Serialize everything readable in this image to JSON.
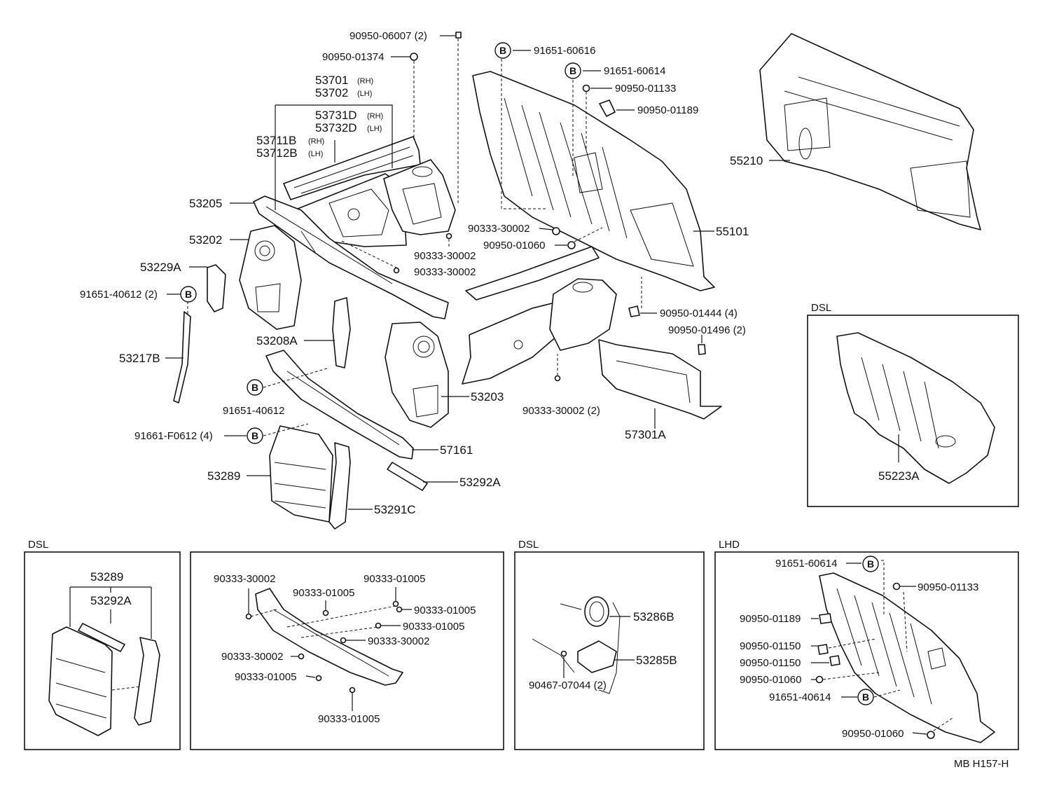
{
  "labels": {
    "p1": "90950-06007 (2)",
    "p2": "90950-01374",
    "p3": "53701",
    "p3s": "(RH)",
    "p4": "53702",
    "p4s": "(LH)",
    "p5": "53731D",
    "p5s": "(RH)",
    "p6": "53732D",
    "p6s": "(LH)",
    "p7": "53711B",
    "p7s": "(RH)",
    "p8": "53712B",
    "p8s": "(LH)",
    "p9": "53205",
    "p10": "53202",
    "p11": "53229A",
    "p12": "91651-40612 (2)",
    "p13": "53217B",
    "p14": "53208A",
    "p15": "91651-40612",
    "p16": "91661-F0612 (4)",
    "p17": "53289",
    "p18": "53292A",
    "p19": "53291C",
    "p20": "57161",
    "p21": "53203",
    "p22": "90333-30002",
    "p23": "90333-30002",
    "p24": "91651-60616",
    "p25": "91651-60614",
    "p26": "90950-01133",
    "p27": "90950-01189",
    "p28": "90333-30002",
    "p29": "90950-01060",
    "p30": "55101",
    "p31": "90950-01444 (4)",
    "p32": "90950-01496 (2)",
    "p33": "90333-30002 (2)",
    "p34": "57301A",
    "p35": "55210",
    "p36": "55223A"
  },
  "boxes": {
    "dsl_right": {
      "title": "DSL",
      "label": "55223A"
    },
    "dsl_left": {
      "title": "DSL",
      "l1": "53289",
      "l2": "53292A"
    },
    "middle": {
      "l1": "90333-30002",
      "l2": "90333-01005",
      "l3": "90333-01005",
      "l4": "90333-01005",
      "l5": "90333-01005",
      "l6": "90333-30002",
      "l7": "90333-30002",
      "l8": "90333-01005",
      "l9": "90333-01005"
    },
    "dsl_mid": {
      "title": "DSL",
      "l1": "53286B",
      "l2": "53285B",
      "l3": "90467-07044 (2)"
    },
    "lhd": {
      "title": "LHD",
      "l1": "91651-60614",
      "l2": "90950-01133",
      "l3": "90950-01189",
      "l4": "90950-01150",
      "l5": "90950-01150",
      "l6": "90950-01060",
      "l7": "91651-40614",
      "l8": "90950-01060"
    }
  },
  "badge": "B",
  "footer": "MB  H157-H"
}
